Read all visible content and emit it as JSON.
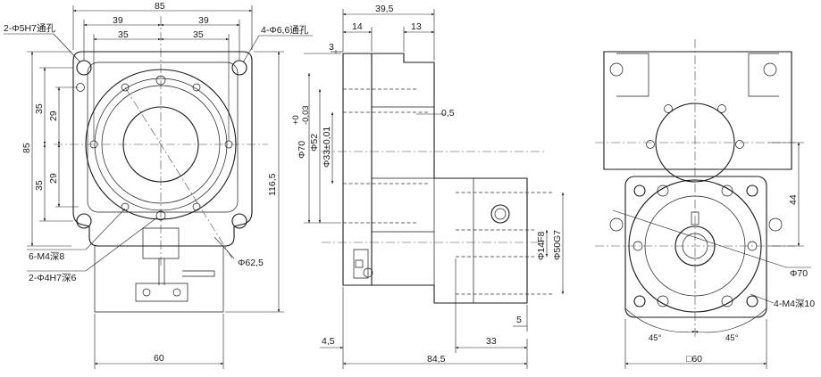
{
  "views": {
    "front": {
      "width_top": "85",
      "half_left": "39",
      "half_right": "39",
      "inner_left": "35",
      "inner_right": "35",
      "height_85": "85",
      "v35_top": "35",
      "v29_top": "29",
      "v35_bottom": "35",
      "v29_bottom": "29",
      "height_116": "116,5",
      "bottom_60": "60",
      "note_2x5": "2-Φ5H7通孔",
      "note_4x66": "4-Φ6,6通孔",
      "note_6m4": "6-M4深8",
      "note_2x4": "2-Φ4H7深6",
      "dia_625": "Φ62,5"
    },
    "side": {
      "top_395": "39,5",
      "dim_14": "14",
      "dim_13": "13",
      "dim_3": "3",
      "dim_05": "0,5",
      "dia_70_main": "Φ70",
      "dia_70_tol_upper": "+0",
      "dia_70_tol_lower": "-0,03",
      "dia_52": "Φ52",
      "dia_33": "Φ33±0,01",
      "dia_14": "Φ14F8",
      "dia_50": "Φ50G7",
      "dim_5": "5",
      "dim_33": "33",
      "dim_45": "4,5",
      "dim_845": "84,5"
    },
    "rear": {
      "dim_44": "44",
      "dia_70": "Φ70",
      "note_4m4": "4-M4深10",
      "ang_left": "45°",
      "ang_right": "45°",
      "square_60": "□60"
    }
  }
}
